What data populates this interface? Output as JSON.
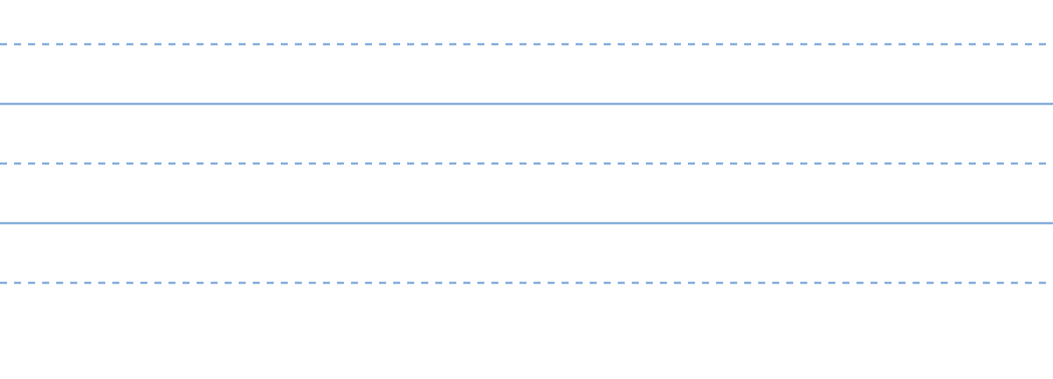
{
  "paper": {
    "background_color": "#ffffff",
    "line_color": "#7da7d8",
    "groups": [
      {
        "lines": [
          {
            "name": "guide-line-top",
            "style": "dashed"
          },
          {
            "name": "baseline",
            "style": "solid"
          },
          {
            "name": "guide-line-bottom",
            "style": "dashed"
          }
        ]
      },
      {
        "lines": [
          {
            "name": "guide-line-top",
            "style": "dashed"
          },
          {
            "name": "baseline",
            "style": "solid"
          },
          {
            "name": "guide-line-bottom",
            "style": "dashed"
          }
        ]
      }
    ]
  }
}
